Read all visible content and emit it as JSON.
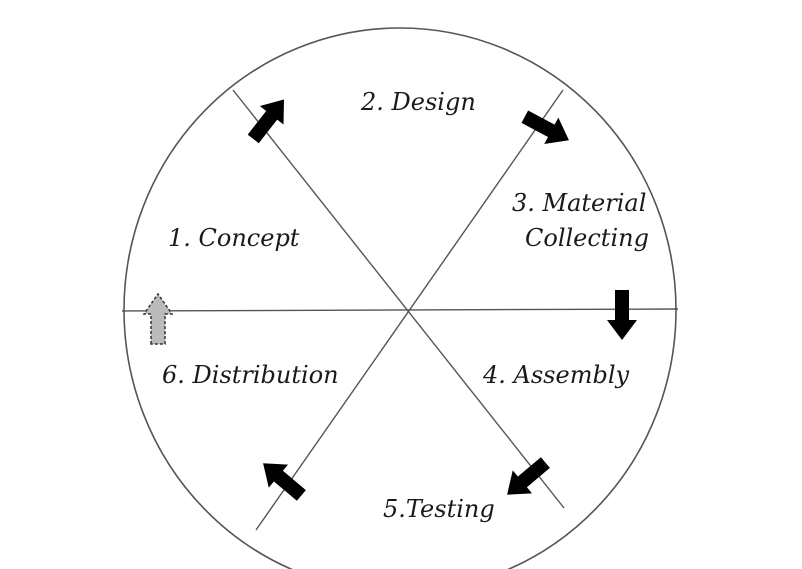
{
  "stages": [
    {
      "label": "1. Concept"
    },
    {
      "label": "2. Design"
    },
    {
      "label": "3. Material"
    },
    {
      "label": "Collecting"
    },
    {
      "label": "4. Assembly"
    },
    {
      "label": "5.Testing"
    },
    {
      "label": "6. Distribution"
    }
  ],
  "colors": {
    "stroke": "#555555",
    "arrow": "#000000",
    "arrow_pending": "#bbbbbb",
    "text": "#1a1a1a"
  }
}
